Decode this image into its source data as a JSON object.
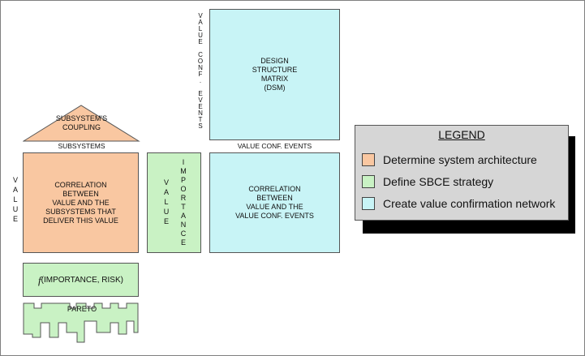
{
  "triangle": {
    "line1": "SUBSYSTEM'S",
    "line2": "COUPLING"
  },
  "subsystems_label": "SUBSYSTEMS",
  "value_conf_events_label": "VALUE CONF. EVENTS",
  "value_vertical_left": [
    "V",
    "A",
    "L",
    "U",
    "E"
  ],
  "value_conf_vertical": [
    "V",
    "A",
    "L",
    "U",
    "E",
    "",
    "C",
    "O",
    "N",
    "F",
    ".",
    "",
    "E",
    "V",
    "E",
    "N",
    "T",
    "S"
  ],
  "boxes": {
    "correlation_subsystems": [
      "CORRELATION",
      "BETWEEN",
      "VALUE AND THE",
      "SUBSYSTEMS THAT",
      "DELIVER THIS VALUE"
    ],
    "value_importance_value": [
      "V",
      "A",
      "L",
      "U",
      "E"
    ],
    "value_importance_importance": [
      "I",
      "M",
      "P",
      "O",
      "R",
      "T",
      "A",
      "N",
      "C",
      "E"
    ],
    "dsm": [
      "DESIGN",
      "STRUCTURE",
      "MATRIX",
      "(DSM)"
    ],
    "correlation_events": [
      "CORRELATION",
      "BETWEEN",
      "VALUE AND THE",
      "VALUE CONF. EVENTS"
    ],
    "f_function": "f",
    "f_args": " (IMPORTANCE, RISK)",
    "pareto": "PARETO"
  },
  "legend": {
    "title": "LEGEND",
    "items": [
      {
        "label": "Determine system architecture",
        "color": "#f9c7a1"
      },
      {
        "label": "Define SBCE strategy",
        "color": "#c9f2c4"
      },
      {
        "label": "Create value confirmation network",
        "color": "#c8f4f6"
      }
    ]
  },
  "colors": {
    "orange": "#f9c7a1",
    "green": "#c9f2c4",
    "cyan": "#c8f4f6"
  }
}
